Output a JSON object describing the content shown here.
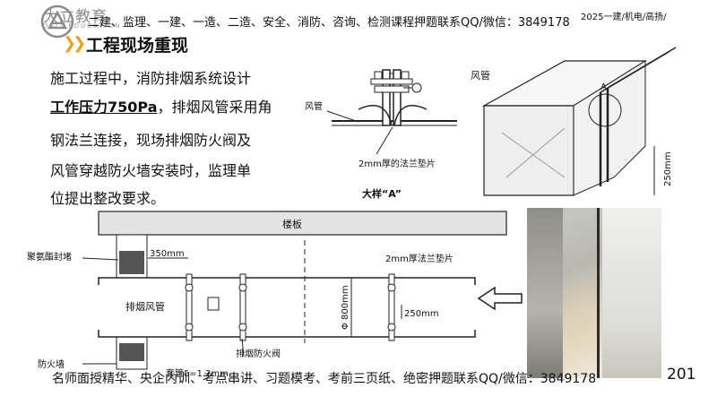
{
  "header": {
    "logo_text": "大立教育",
    "logo_sub": "DALI EDUCATION",
    "ad_line": "二建、监理、一建、一造、二造、安全、消防、咨询、检测课程押题联系QQ/微信：3849178",
    "right_tag": "2025一建/机电/高扬/"
  },
  "page_title": "工程现场重现",
  "paragraph": {
    "line1": "施工过程中，消防排烟系统设计",
    "line2_emph": "工作压力750Pa",
    "line2_rest": "，排烟风管采用角",
    "line3": "钢法兰连接，现场排烟防火阀及",
    "line4": "风管穿越防火墙安装时，监理单",
    "line5": "位提出整改要求。"
  },
  "detail_figure": {
    "label_duct": "风管",
    "label_gasket": "2mm厚的法兰垫片",
    "label_detail": "大样“A”"
  },
  "iso_figure": {
    "label_duct": "风管",
    "label_A": "A",
    "dim_250": "250mm"
  },
  "section_figure": {
    "floor_label": "楼板",
    "sealant_label": "聚氨酯封堵",
    "dim_350": "350mm",
    "gasket_label": "2mm厚法兰垫片",
    "duct_label": "排烟风管",
    "valve_label": "排烟防火阀",
    "dia_label": "Φ 800mm",
    "dim_250": "250mm",
    "wall_label": "防火墙",
    "steel_label": "套管δ=1.2mm"
  },
  "footer": {
    "text": "名师面授精华、央企内训、考点串讲、习题模考、考前三页纸、绝密押题联系QQ/微信：3849178",
    "page_number": "201"
  }
}
